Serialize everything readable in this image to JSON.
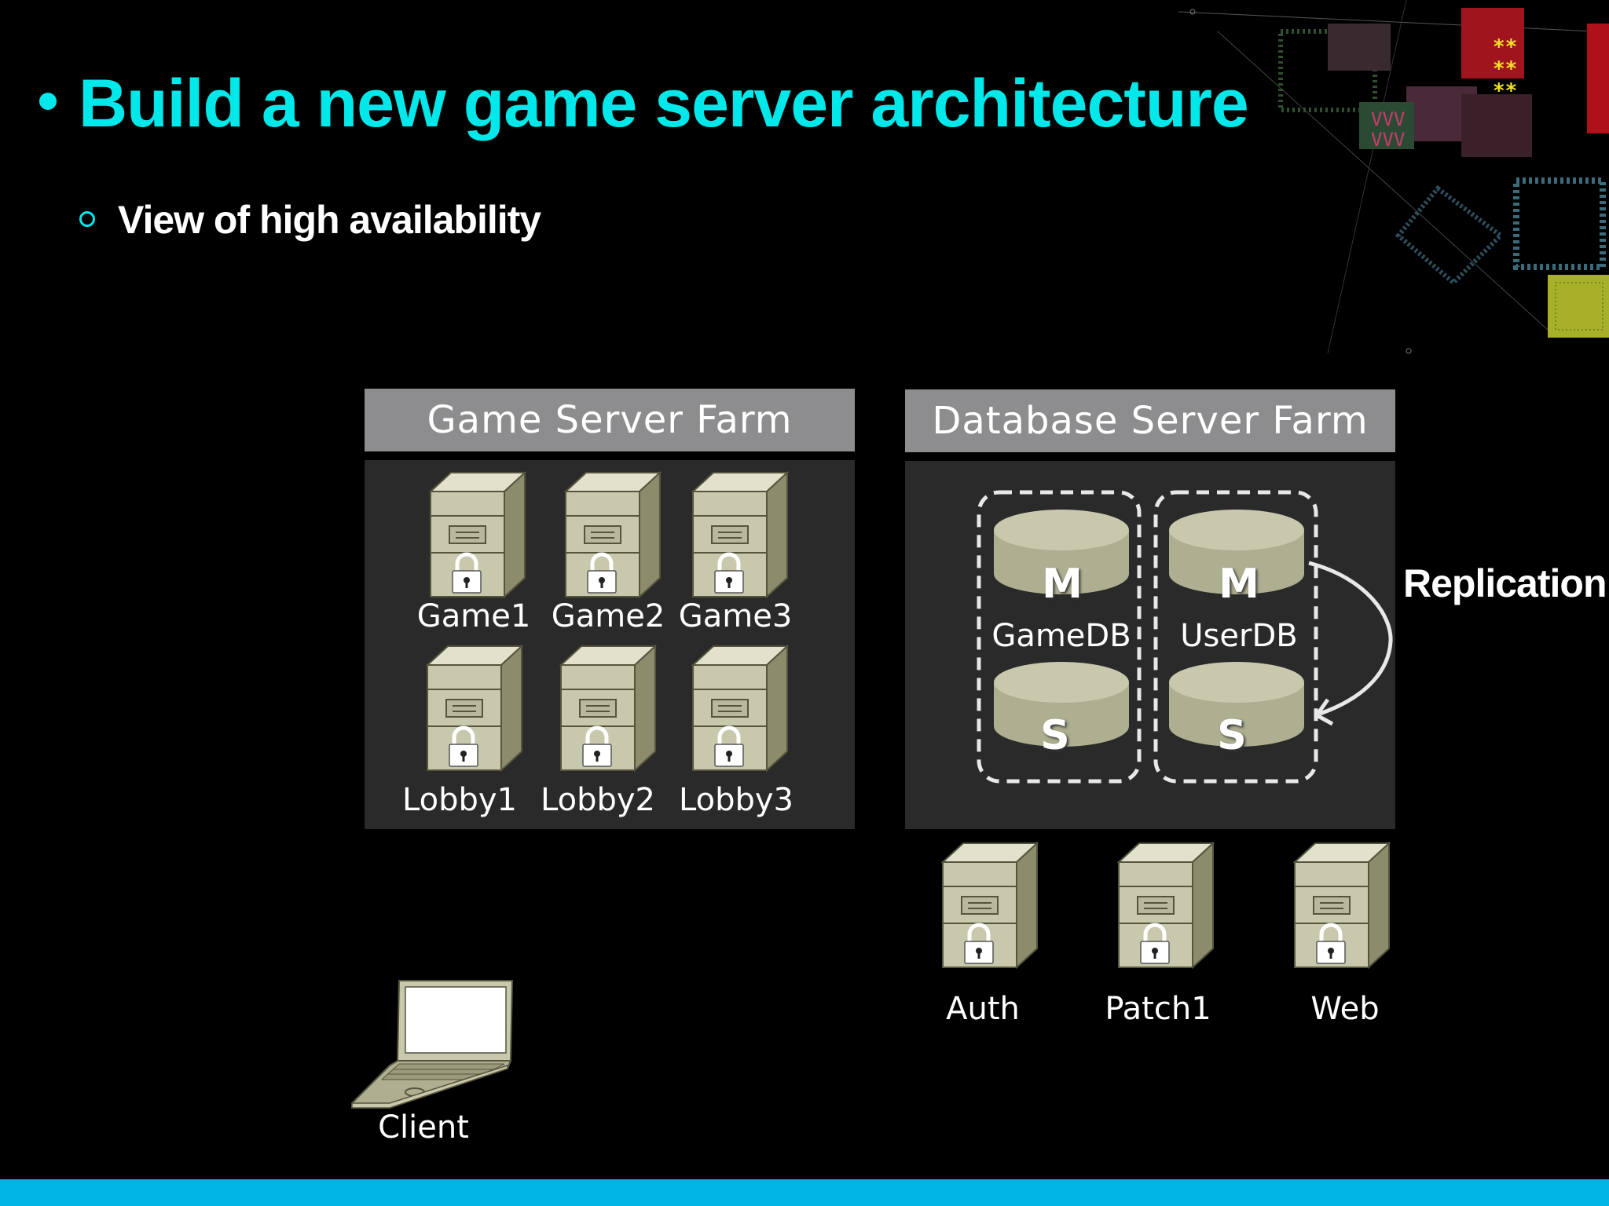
{
  "slide": {
    "title": "Build a new game server architecture",
    "subtitle": "View of high availability"
  },
  "game_farm": {
    "header": "Game Server Farm",
    "servers": [
      "Game1",
      "Game2",
      "Game3",
      "Lobby1",
      "Lobby2",
      "Lobby3"
    ]
  },
  "db_farm": {
    "header": "Database Server Farm",
    "groups": [
      {
        "name": "GameDB",
        "master": "M",
        "slave": "S"
      },
      {
        "name": "UserDB",
        "master": "M",
        "slave": "S"
      }
    ],
    "replication_label": "Replication"
  },
  "standalone_servers": [
    "Auth",
    "Patch1",
    "Web"
  ],
  "client_label": "Client",
  "colors": {
    "title": "#00e8ea",
    "header_bg": "#8d8d8f",
    "panel_bg": "#2a2a2a",
    "server_body": "#c8c8ac",
    "footer_bar": "#00b4e6"
  }
}
